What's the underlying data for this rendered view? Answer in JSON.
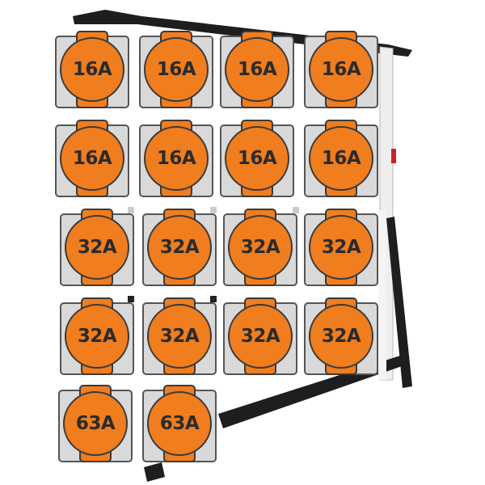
{
  "socket_rows": [
    {
      "ratings": [
        "16A",
        "16A",
        "16A",
        "16A"
      ]
    },
    {
      "ratings": [
        "16A",
        "16A",
        "16A",
        "16A"
      ]
    },
    {
      "ratings": [
        "32A",
        "32A",
        "32A",
        "32A"
      ]
    },
    {
      "ratings": [
        "32A",
        "32A",
        "32A",
        "32A"
      ]
    },
    {
      "ratings": [
        "63A",
        "63A"
      ]
    }
  ],
  "colors": {
    "socket_orange": "#f07d1e",
    "plate_grey": "#d9d9d9",
    "outline": "#3a3a3a",
    "frame": "#1e1e1e",
    "panel_white": "#f4f4f4",
    "switch_red": "#cc2222"
  }
}
